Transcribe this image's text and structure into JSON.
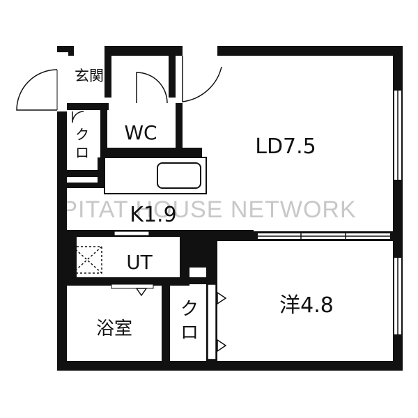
{
  "floor_plan": {
    "rooms": {
      "entrance": "玄関",
      "wc": "WC",
      "closet_entry": "クロ",
      "living_dining": "LD7.5",
      "kitchen": "K1.9",
      "utility": "UT",
      "bathroom": "浴室",
      "closet_bedroom": "クロ",
      "western_room": "洋4.8"
    },
    "watermark": "PITAT HOUSE NETWORK",
    "colors": {
      "wall": "#111111",
      "background": "#ffffff",
      "watermark": "#c8c8c8"
    }
  }
}
